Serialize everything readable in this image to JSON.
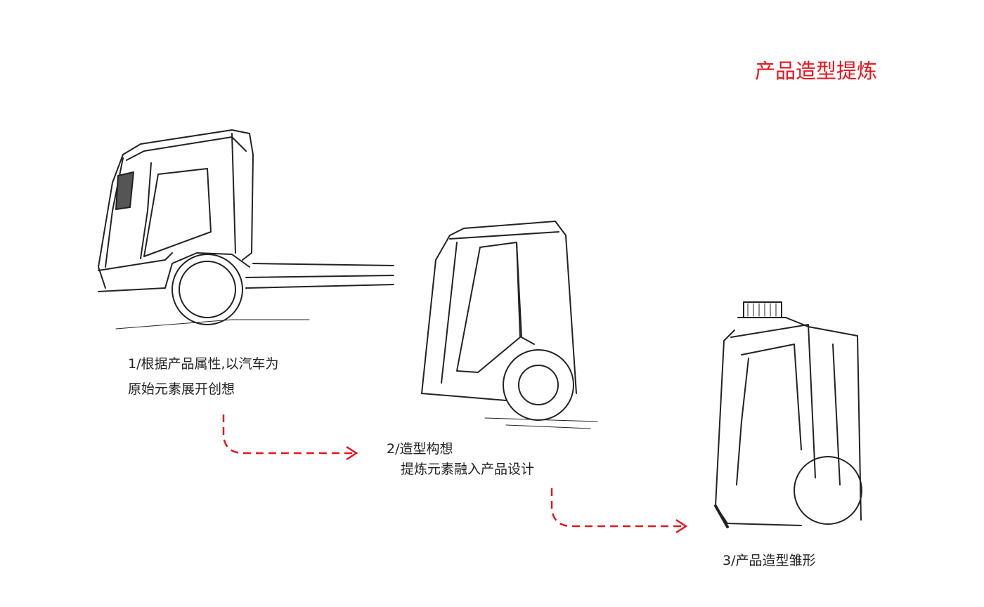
{
  "title": "产品造型提炼",
  "steps": [
    {
      "line1": "1/根据产品属性,以汽车为",
      "line2": "原始元素展开创想"
    },
    {
      "line1": "2/造型构想",
      "line2": "提炼元素融入产品设计"
    },
    {
      "line1": "3/产品造型雏形"
    }
  ],
  "colors": {
    "accent": "#e8141c",
    "sketch": "#222222"
  }
}
